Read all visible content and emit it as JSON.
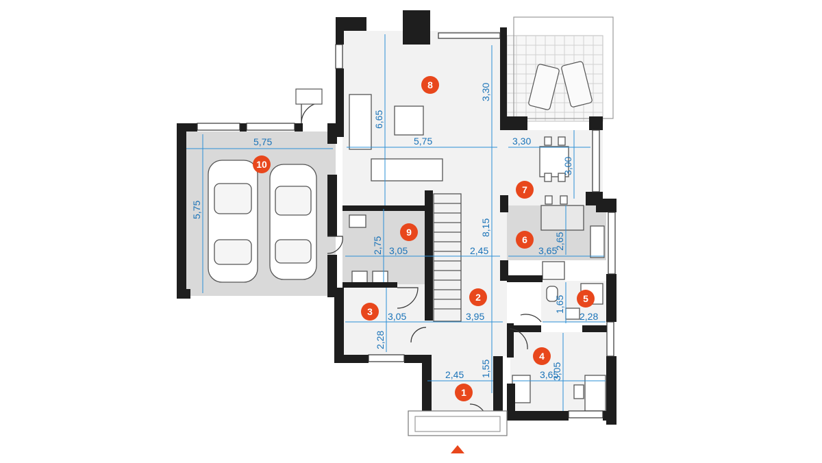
{
  "colors": {
    "wall": "#1e1e1e",
    "floor_light": "#f2f2f2",
    "floor_grey": "#d9d9d9",
    "dimension": "#2a8fd6",
    "badge": "#e8471c",
    "entrance_marker": "#e8471c"
  },
  "rooms": [
    {
      "id": "room-1",
      "number": "1"
    },
    {
      "id": "room-2",
      "number": "2"
    },
    {
      "id": "room-3",
      "number": "3"
    },
    {
      "id": "room-4",
      "number": "4"
    },
    {
      "id": "room-5",
      "number": "5"
    },
    {
      "id": "room-6",
      "number": "6"
    },
    {
      "id": "room-7",
      "number": "7"
    },
    {
      "id": "room-8",
      "number": "8"
    },
    {
      "id": "room-9",
      "number": "9"
    },
    {
      "id": "room-10",
      "number": "10"
    }
  ],
  "dimensions": {
    "garage_width": "5,75",
    "garage_depth": "5,75",
    "living_depth": "6,65",
    "living_width": "5,75",
    "living_upper": "3,30",
    "terrace_width": "3,30",
    "dining_depth": "3,00",
    "hall_height": "8,15",
    "utility_depth": "2,75",
    "utility_width": "3,05",
    "stair_width": "2,45",
    "kitchen_width": "3,65",
    "kitchen_depth": "2,65",
    "wc_depth": "1,65",
    "wc_width": "2,28",
    "pantry_width": "3,05",
    "pantry_depth": "2,28",
    "hall_width": "3,95",
    "vestibule_depth": "1,55",
    "vestibule_width": "2,45",
    "office_depth": "3,05",
    "office_width": "3,65"
  }
}
